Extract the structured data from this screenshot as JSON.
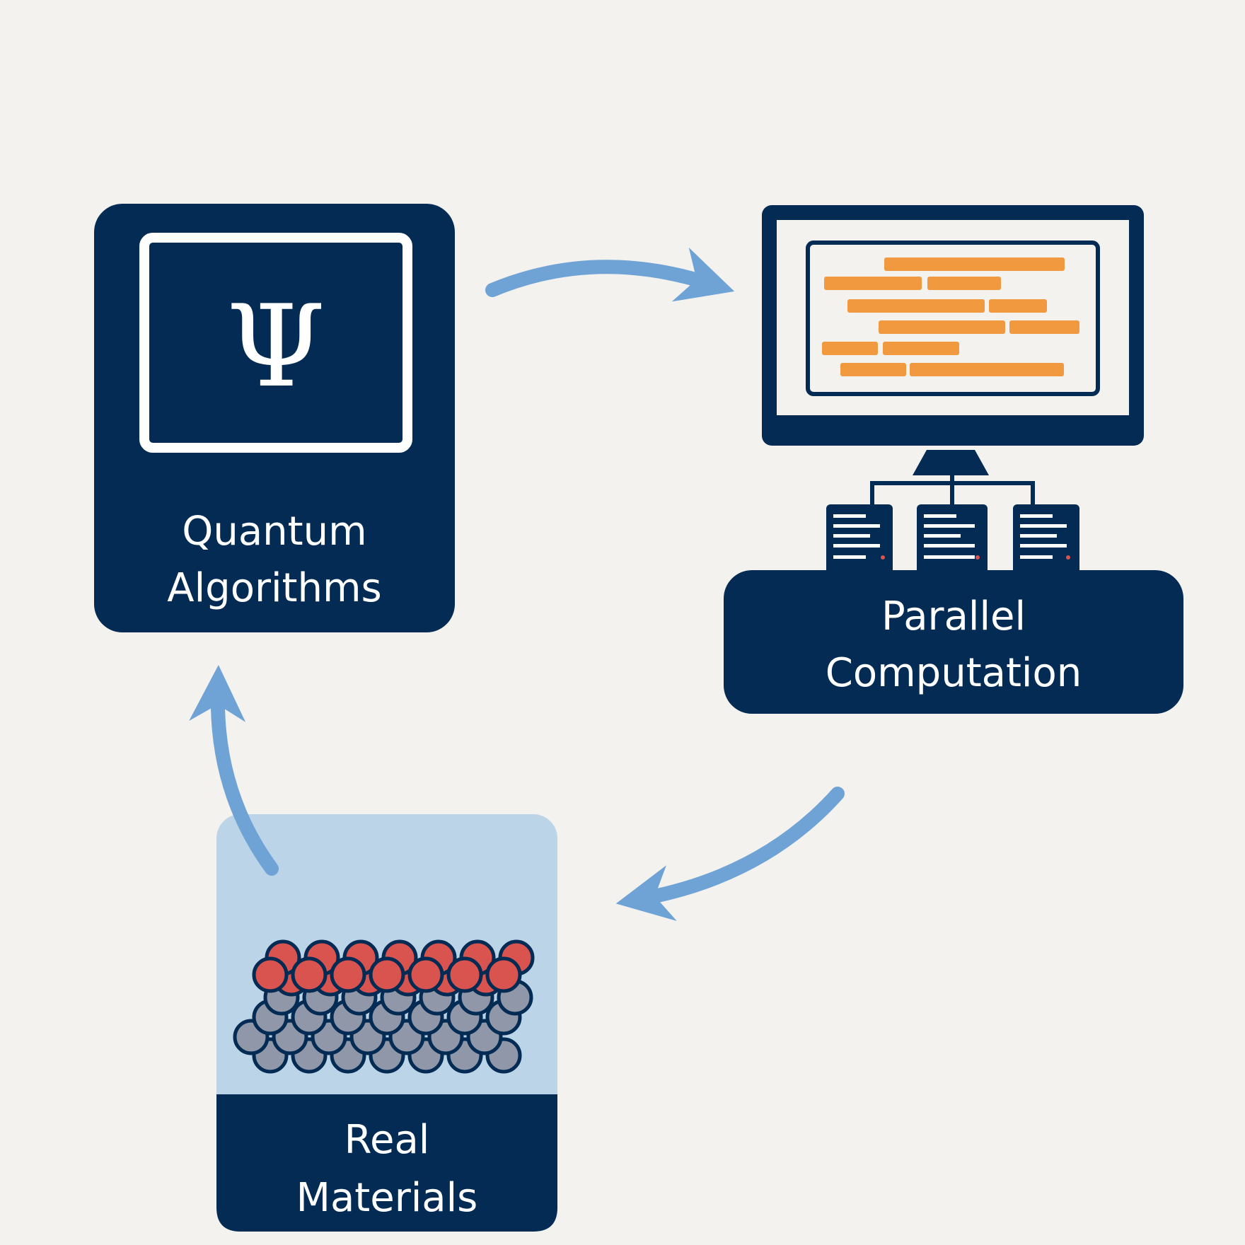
{
  "nodes": {
    "quantum": {
      "line1": "Quantum",
      "line2": "Algorithms",
      "symbol": "Ψ"
    },
    "parallel": {
      "line1": "Parallel",
      "line2": "Computation"
    },
    "materials": {
      "line1": "Real",
      "line2": "Materials"
    }
  },
  "colors": {
    "background": "#f3f2ef",
    "navy": "#032b53",
    "arrow": "#6fa3d6",
    "code_orange": "#f0993f",
    "atom_red": "#d9534f",
    "atom_gray": "#8f97a8",
    "materials_panel": "#bcd4e7"
  },
  "icons": {
    "quantum": "psi-symbol-icon",
    "parallel": "computer-monitor-with-servers-icon",
    "materials": "atom-lattice-icon"
  }
}
